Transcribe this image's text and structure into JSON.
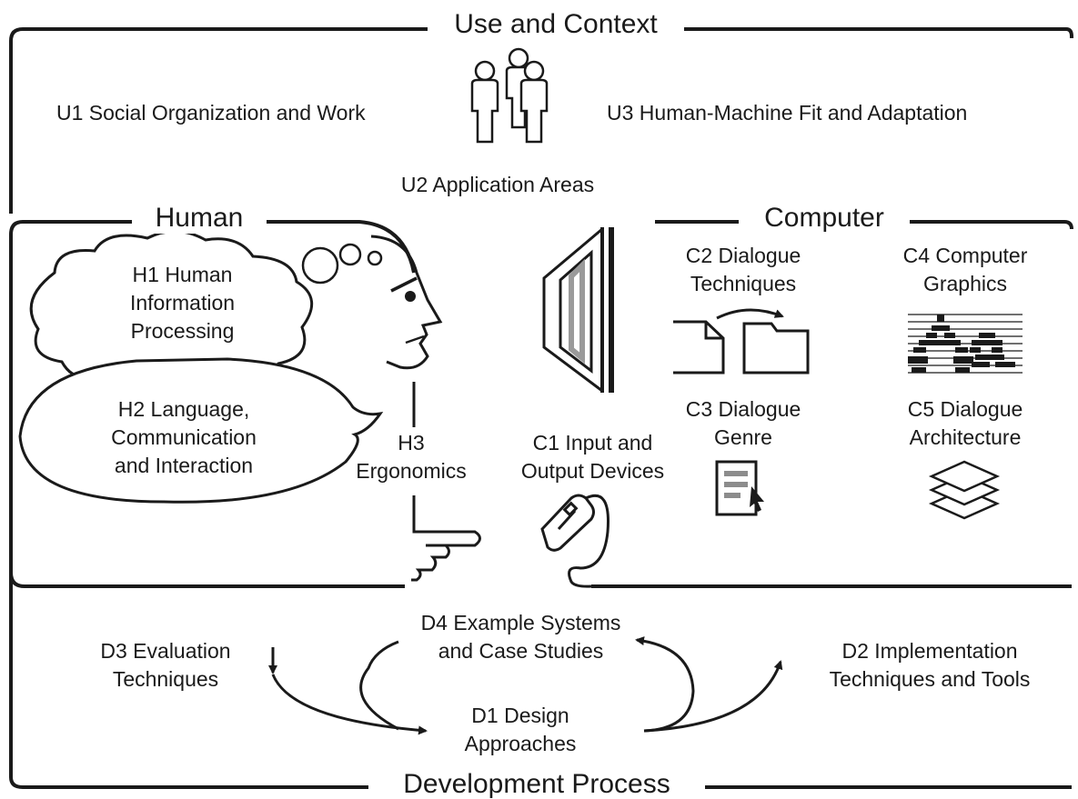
{
  "colors": {
    "ink": "#1a1a1a",
    "paper": "#ffffff",
    "screen_shade": "#9a9a9a",
    "doc_stripe": "#8c8c8c"
  },
  "sections": {
    "use": "Use and Context",
    "human": "Human",
    "computer": "Computer",
    "development": "Development Process"
  },
  "use": {
    "u1": "U1 Social Organization and Work",
    "u2": "U2 Application Areas",
    "u3": "U3 Human-Machine Fit and Adaptation"
  },
  "human": {
    "h1": "H1 Human\nInformation\nProcessing",
    "h2": "H2 Language,\nCommunication\nand Interaction",
    "h3": "H3\nErgonomics"
  },
  "computer": {
    "c1": "C1 Input and\nOutput Devices",
    "c2": "C2 Dialogue\nTechniques",
    "c3": "C3 Dialogue\nGenre",
    "c4": "C4 Computer\nGraphics",
    "c5": "C5 Dialogue\nArchitecture"
  },
  "development": {
    "d1": "D1 Design\nApproaches",
    "d2": "D2 Implementation\nTechniques and Tools",
    "d3": "D3 Evaluation\nTechniques",
    "d4": "D4 Example Systems\nand Case Studies"
  },
  "icons": {
    "people": "people-group-icon",
    "head": "human-head-profile-icon",
    "thought": "thought-cloud-icon",
    "speech": "speech-bubble-icon",
    "monitor": "monitor-icon",
    "mouse": "mouse-icon",
    "dialogue": "document-to-folder-icon",
    "genre": "document-cursor-icon",
    "graphics": "computer-graphics-icon",
    "architecture": "layer-stack-icon"
  }
}
